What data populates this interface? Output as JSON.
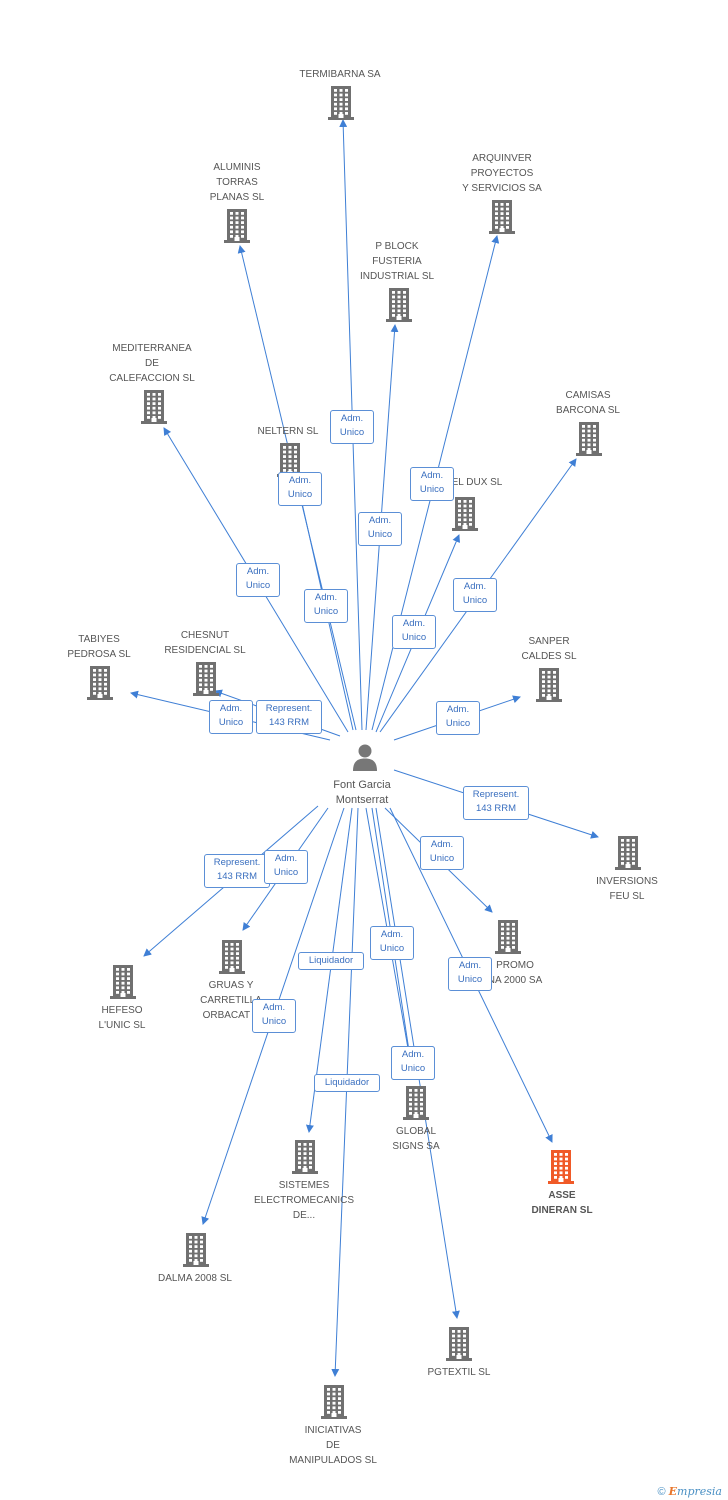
{
  "center": {
    "name": "Font Garcia\nMontserrat"
  },
  "colors": {
    "edge": "#3f7fd5",
    "building": "#707070",
    "highlight": "#f05a28"
  },
  "footer": {
    "copyright": "©",
    "brand_e": "E",
    "brand_rest": "mpresia"
  },
  "nodes": [
    {
      "id": "termibarna",
      "label": "TERMIBARNA SA"
    },
    {
      "id": "aluminis",
      "label": "ALUMINIS\nTORRAS\nPLANAS SL"
    },
    {
      "id": "arquinver",
      "label": "ARQUINVER\nPROYECTOS\nY SERVICIOS SA"
    },
    {
      "id": "pblock",
      "label": "P BLOCK\nFUSTERIA\nINDUSTRIAL SL"
    },
    {
      "id": "mediterranea",
      "label": "MEDITERRANEA\nDE\nCALEFACCION SL"
    },
    {
      "id": "camisas",
      "label": "CAMISAS\nBARCONA SL"
    },
    {
      "id": "neltern",
      "label": "NELTERN SL"
    },
    {
      "id": "eldux",
      "label": "EL DUX SL"
    },
    {
      "id": "tabiyes",
      "label": "TABIYES\nPEDROSA SL"
    },
    {
      "id": "chesnut",
      "label": "CHESNUT\nRESIDENCIAL SL"
    },
    {
      "id": "sanper",
      "label": "SANPER\nCALDES SL"
    },
    {
      "id": "inversions",
      "label": "INVERSIONS\nFEU SL"
    },
    {
      "id": "promo",
      "label": "PROMO\nNA 2000 SA"
    },
    {
      "id": "hefeso",
      "label": "HEFESO\nL'UNIC SL"
    },
    {
      "id": "gruas",
      "label": "GRUAS Y\nCARRETILLA\nORBACAT S"
    },
    {
      "id": "global",
      "label": "GLOBAL\nSIGNS SA"
    },
    {
      "id": "asse",
      "label": "ASSE\nDINERAN SL",
      "highlight": true
    },
    {
      "id": "sistemes",
      "label": "SISTEMES\nELECTROMECANICS\nDE..."
    },
    {
      "id": "dalma",
      "label": "DALMA 2008 SL"
    },
    {
      "id": "pgtextil",
      "label": "PGTEXTIL SL"
    },
    {
      "id": "iniciativas",
      "label": "INICIATIVAS\nDE\nMANIPULADOS SL"
    }
  ],
  "relations": [
    {
      "to": "termibarna",
      "label": "Adm.\nUnico"
    },
    {
      "to": "aluminis",
      "label": "Adm.\nUnico"
    },
    {
      "to": "arquinver",
      "label": "Adm.\nUnico"
    },
    {
      "to": "pblock",
      "label": "Adm.\nUnico"
    },
    {
      "to": "mediterranea",
      "label": "Adm.\nUnico"
    },
    {
      "to": "camisas",
      "label": "Adm.\nUnico"
    },
    {
      "to": "neltern",
      "label": "Adm.\nUnico"
    },
    {
      "to": "eldux",
      "label": "Adm.\nUnico"
    },
    {
      "to": "tabiyes",
      "label": "Adm.\nUnico"
    },
    {
      "to": "chesnut",
      "label": "Represent.\n143 RRM"
    },
    {
      "to": "sanper",
      "label": "Adm.\nUnico"
    },
    {
      "to": "inversions",
      "label": "Represent.\n143 RRM"
    },
    {
      "to": "promo",
      "label": "Adm.\nUnico"
    },
    {
      "to": "hefeso",
      "label": "Represent.\n143 RRM"
    },
    {
      "to": "gruas",
      "label": "Adm.\nUnico"
    },
    {
      "to": "global",
      "label": "Adm.\nUnico"
    },
    {
      "to": "asse",
      "label": "Adm.\nUnico"
    },
    {
      "to": "sistemes",
      "label": "Liquidador"
    },
    {
      "to": "dalma",
      "label": "Adm.\nUnico"
    },
    {
      "to": "pgtextil",
      "label": "Adm.\nUnico"
    },
    {
      "to": "iniciativas",
      "label": "Liquidador"
    },
    {
      "to": "global",
      "label": "Adm.\nUnico"
    }
  ]
}
